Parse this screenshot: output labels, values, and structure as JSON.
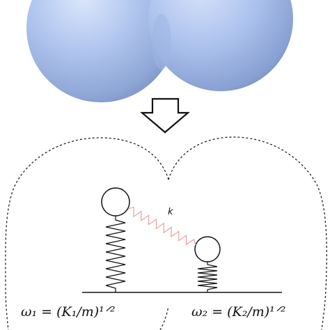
{
  "diagram": {
    "spring_constant_label": "k",
    "frequency_left": "ω₁ = (K₁/m)¹ᐟ²",
    "frequency_right": "ω₂ = (K₂/m)¹ᐟ²"
  },
  "colors": {
    "sphere_light": "#c9d8f7",
    "sphere_mid": "#a6bdea",
    "sphere_dark": "#7f98cb",
    "coupling_spring": "#e89a9a",
    "ink": "#111111"
  },
  "icons": {
    "arrow": "down-arrow-icon"
  }
}
